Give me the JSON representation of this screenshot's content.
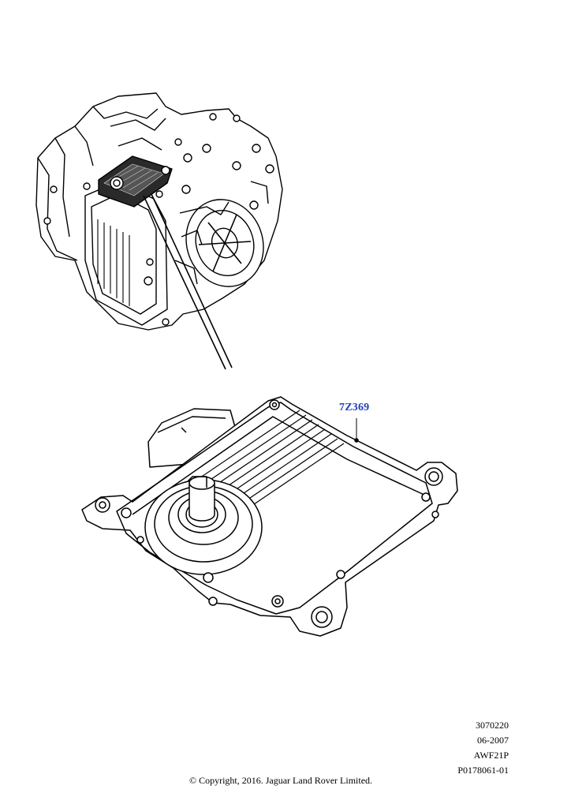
{
  "callout": {
    "part_number": "7Z369"
  },
  "meta_codes": [
    "3070220",
    "06-2007",
    "AWF21P",
    "P0178061-01"
  ],
  "copyright": "© Copyright, 2016. Jaguar Land Rover Limited.",
  "colors": {
    "callout_text": "#1f3fbf",
    "line_art": "#000000",
    "background": "#ffffff"
  }
}
